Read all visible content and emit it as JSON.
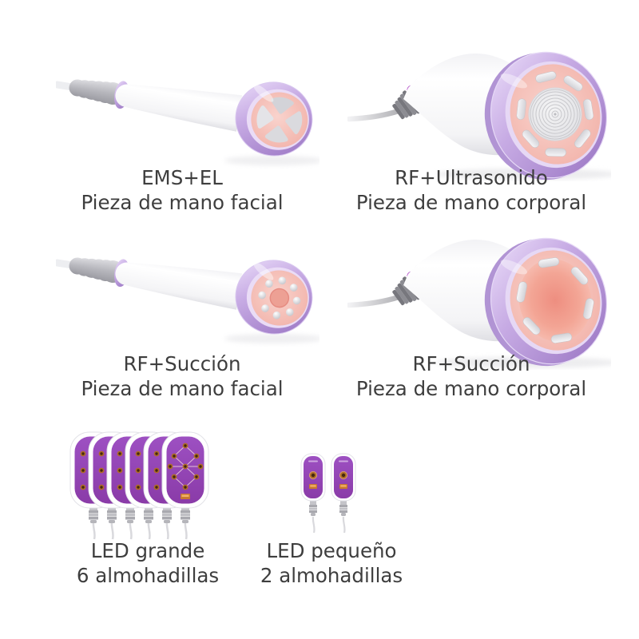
{
  "page": {
    "background": "#ffffff",
    "description_colors": {
      "text": "#3e3e3e",
      "lavender_ring": "#c3a6e2",
      "pink_face": "#f5c3bb",
      "magenta_band": "#a93cc4",
      "pad_purple": "#9a4cc0",
      "copper_led": "#b06c28",
      "silver": "#d6d6da",
      "cable_gray": "#b8b8bc"
    }
  },
  "products": [
    {
      "id": "ems-el-facial",
      "line1": "EMS+EL",
      "line2": "Pieza de mano facial"
    },
    {
      "id": "rf-ultrasonido-corporal",
      "line1": "RF+Ultrasonido",
      "line2": "Pieza de mano corporal"
    },
    {
      "id": "rf-succion-facial",
      "line1": "RF+Succión",
      "line2": "Pieza de mano facial"
    },
    {
      "id": "rf-succion-corporal",
      "line1": "RF+Succión",
      "line2": "Pieza de mano corporal"
    },
    {
      "id": "led-grande",
      "line1": "LED grande",
      "line2": "6 almohadillas"
    },
    {
      "id": "led-pequeno",
      "line1": "LED pequeño",
      "line2": "2 almohadillas"
    }
  ]
}
